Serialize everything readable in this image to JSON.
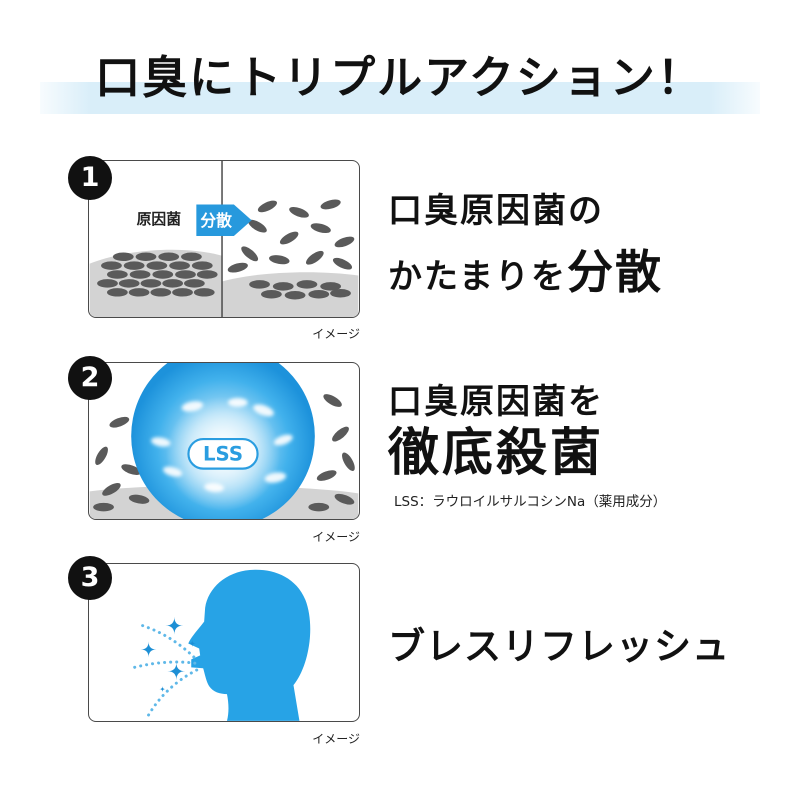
{
  "title": "口臭にトリプルアクション！",
  "panels": [
    {
      "number": "1",
      "caption": "イメージ",
      "illustration": {
        "cluster_label": "原因菌",
        "arrow_label": "分散"
      },
      "heading": {
        "line1": "口臭原因菌の",
        "line2_prefix": "かたまりを",
        "line2_emphasis": "分散"
      }
    },
    {
      "number": "2",
      "caption": "イメージ",
      "illustration": {
        "badge": "LSS"
      },
      "heading": {
        "line1": "口臭原因菌を",
        "line2": "徹底殺菌"
      },
      "note": "LSS：ラウロイルサルコシンNa（薬用成分）"
    },
    {
      "number": "3",
      "caption": "イメージ",
      "heading": {
        "line1": "ブレスリフレッシュ"
      }
    }
  ],
  "colors": {
    "accent_blue": "#2799dd",
    "head_blue": "#27a3e6",
    "sparkle_blue": "#1d8fd5",
    "dotted_blue": "#5fb8e8",
    "title_band": "#d9eef9",
    "bacteria": "#5a5a5a",
    "ground": "#d3d3d3",
    "text": "#111111"
  }
}
